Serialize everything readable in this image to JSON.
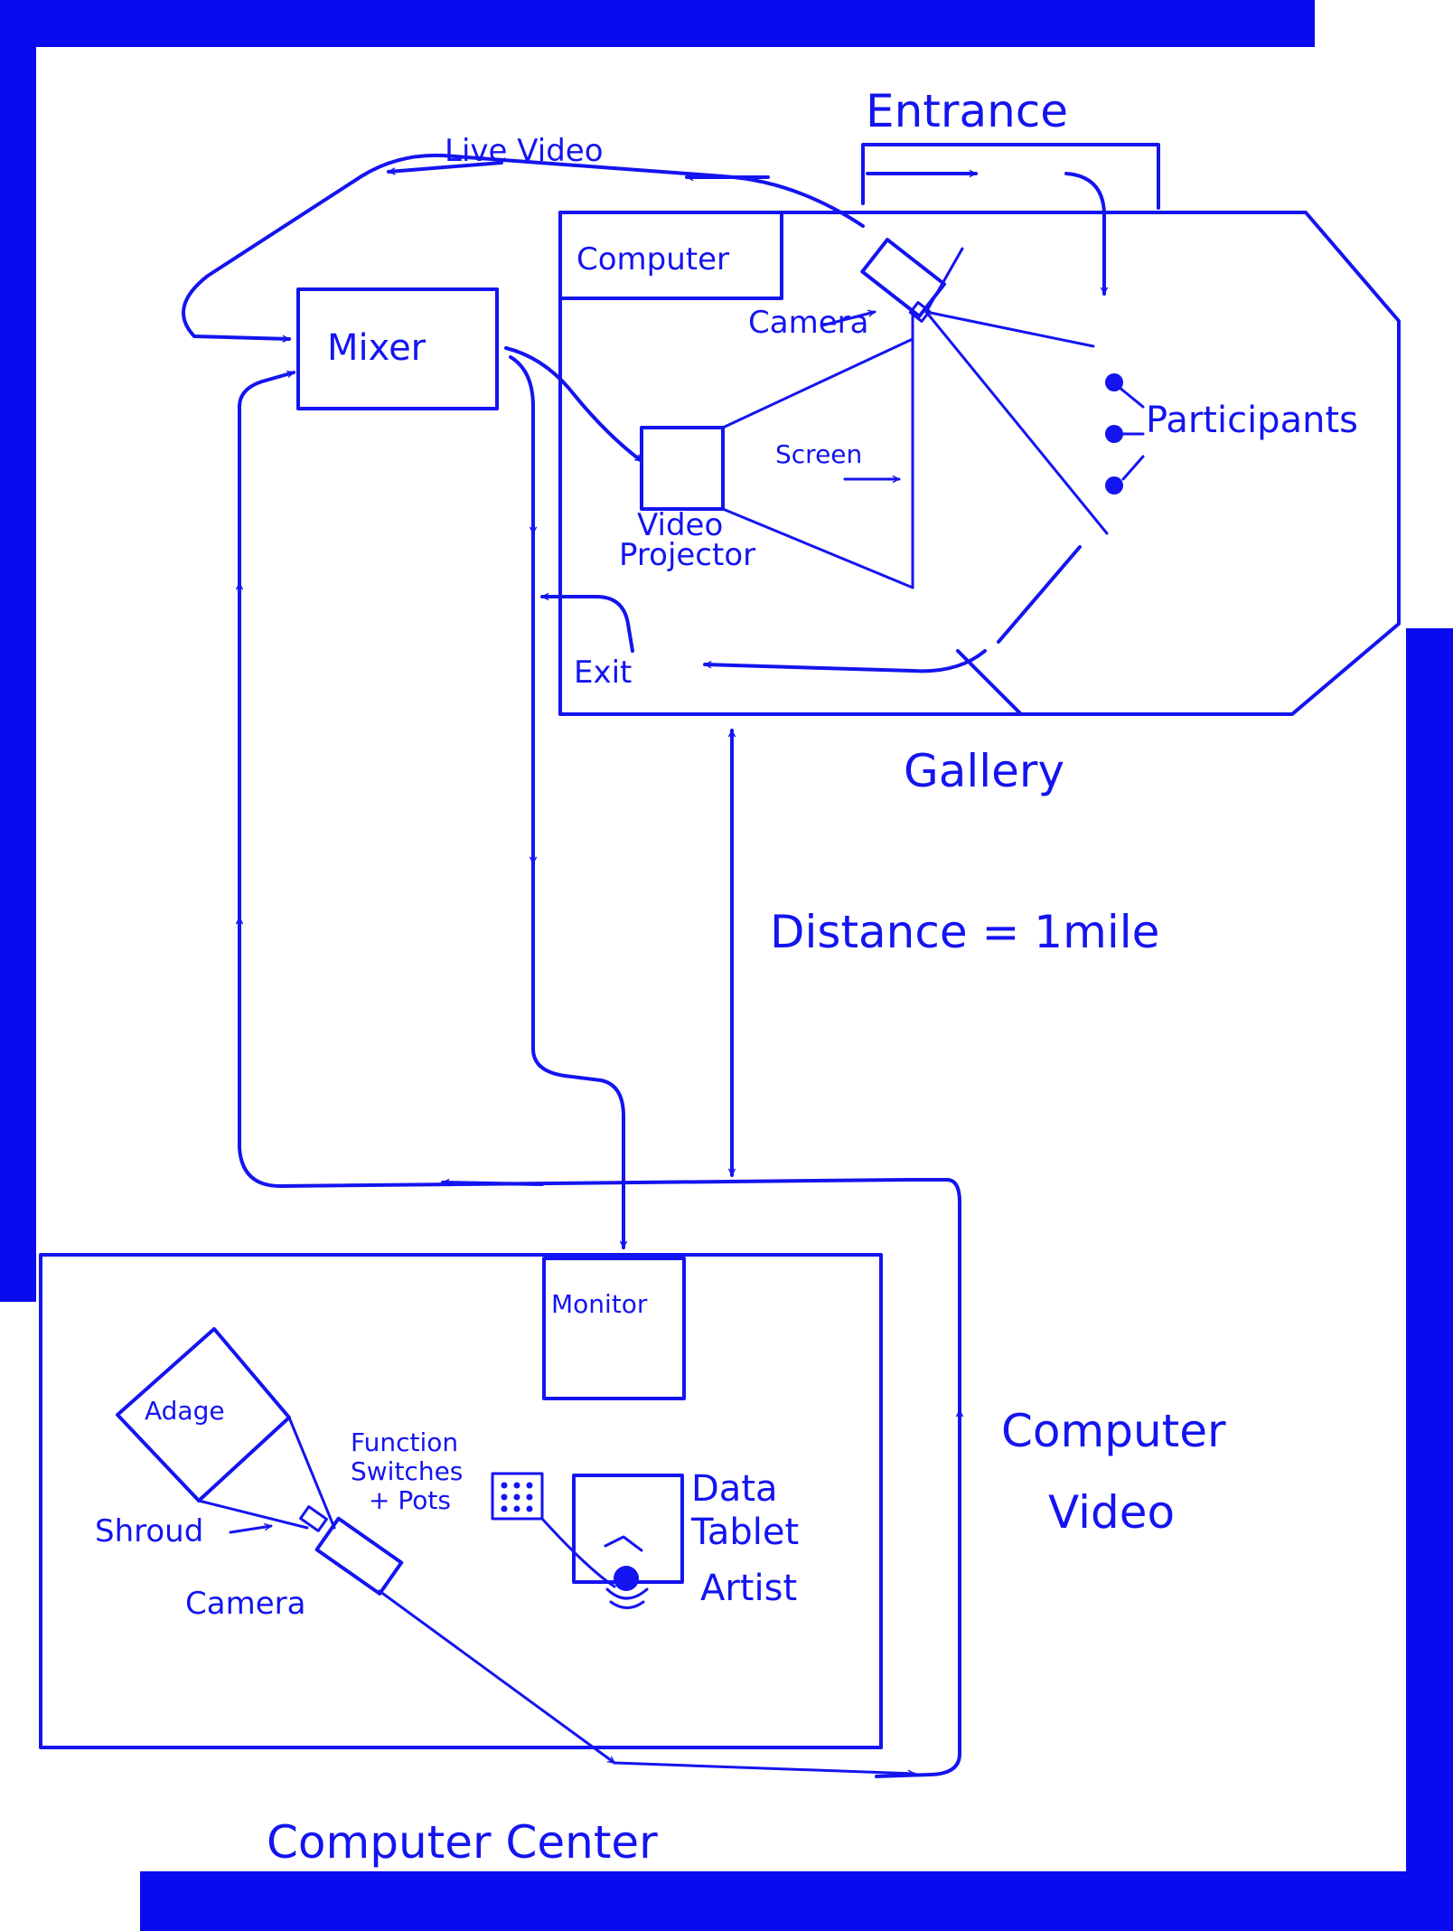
{
  "diagram": {
    "colors": {
      "ink": "#1414f0",
      "border": "#0a0aee",
      "paper": "#ffffff"
    },
    "labels": {
      "entrance": "Entrance",
      "live_video": "Live Video",
      "computer": "Computer",
      "camera_gallery": "Camera",
      "mixer": "Mixer",
      "participants": "Participants",
      "screen": "Screen",
      "video": "Video",
      "projector": "Projector",
      "exit": "Exit",
      "gallery": "Gallery",
      "distance": "Distance = 1mile",
      "monitor": "Monitor",
      "adage": "Adage",
      "function_line1": "Function",
      "function_line2": "Switches",
      "function_line3": "+ Pots",
      "data": "Data",
      "tablet": "Tablet",
      "artist": "Artist",
      "shroud": "Shroud",
      "camera_center": "Camera",
      "computer_video_line1": "Computer",
      "computer_video_line2": "Video",
      "computer_center": "Computer Center"
    }
  }
}
